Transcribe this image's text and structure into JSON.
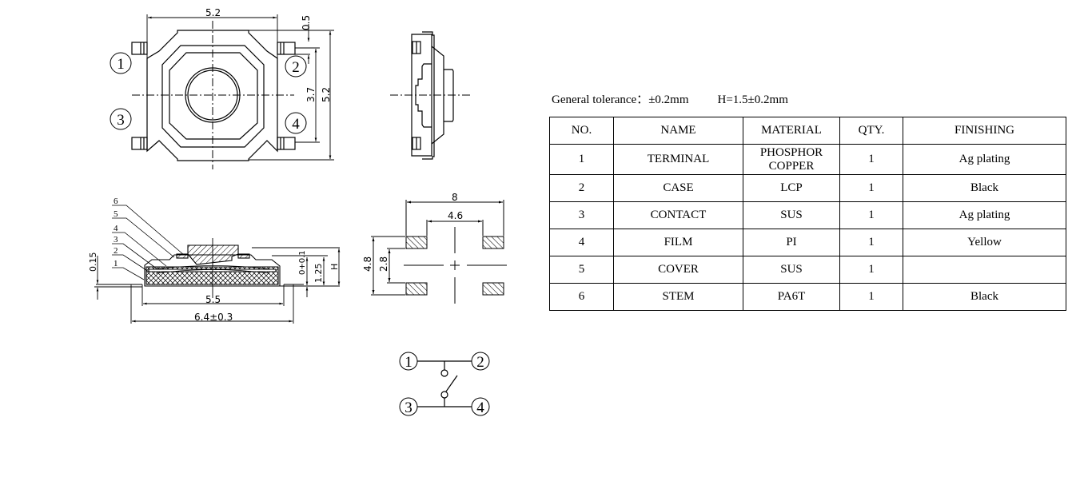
{
  "top_view": {
    "width_dim": "5.2",
    "height_dim": "5.2",
    "pin_pitch_dim": "3.7",
    "offset_dim": "0.5",
    "pins": [
      "1",
      "2",
      "3",
      "4"
    ]
  },
  "front_view": {
    "callouts": [
      "1",
      "2",
      "3",
      "4",
      "5",
      "6"
    ],
    "thickness_dim": "0.15",
    "stroke_dim": "0+0.1",
    "body_height_dim": "1.25",
    "total_height_dim": "H",
    "inner_width_dim": "5.5",
    "outer_width_dim": "6.4±0.3"
  },
  "footprint": {
    "outer_width_dim": "8",
    "inner_width_dim": "4.6",
    "outer_height_dim": "4.8",
    "inner_height_dim": "2.8"
  },
  "schematic": {
    "pins": [
      "1",
      "2",
      "3",
      "4"
    ]
  },
  "notes": {
    "general_tolerance_label": "General tolerance：",
    "general_tolerance_value": "±0.2mm",
    "height_spec": "H=1.5±0.2mm"
  },
  "bom": {
    "headers": [
      "NO.",
      "NAME",
      "MATERIAL",
      "QTY.",
      "FINISHING"
    ],
    "rows": [
      {
        "no": "1",
        "name": "TERMINAL",
        "material_line1": "PHOSPHOR",
        "material_line2": "COPPER",
        "qty": "1",
        "finishing": "Ag plating"
      },
      {
        "no": "2",
        "name": "CASE",
        "material_line1": "LCP",
        "material_line2": "",
        "qty": "1",
        "finishing": "Black"
      },
      {
        "no": "3",
        "name": "CONTACT",
        "material_line1": "SUS",
        "material_line2": "",
        "qty": "1",
        "finishing": "Ag plating"
      },
      {
        "no": "4",
        "name": "FILM",
        "material_line1": "PI",
        "material_line2": "",
        "qty": "1",
        "finishing": "Yellow"
      },
      {
        "no": "5",
        "name": "COVER",
        "material_line1": "SUS",
        "material_line2": "",
        "qty": "1",
        "finishing": ""
      },
      {
        "no": "6",
        "name": "STEM",
        "material_line1": "PA6T",
        "material_line2": "",
        "qty": "1",
        "finishing": "Black"
      }
    ]
  }
}
